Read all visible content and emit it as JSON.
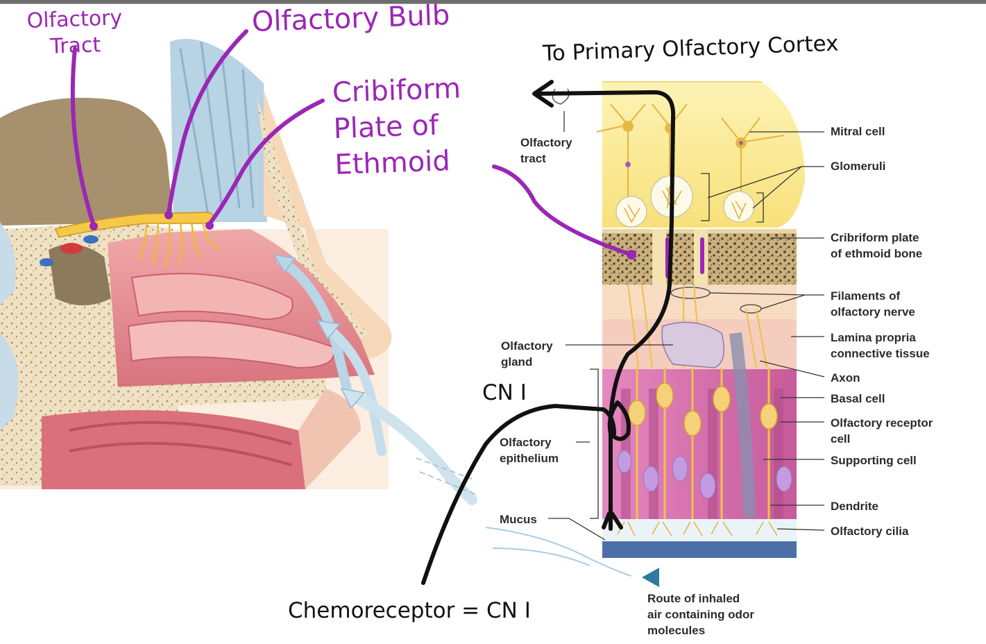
{
  "diagram": {
    "colors": {
      "handwriting_purple": "#9a27b5",
      "handwriting_black": "#111111",
      "bulb_yellow": "#f5c84a",
      "mucosa_pink": "#e58a96",
      "epithelium_magenta": "#d86aa8",
      "bone_tan": "#efe1c4",
      "air_arrow_blue": "#b8d6e8",
      "route_arrow_blue": "#4f96b8"
    },
    "annotations": {
      "olfactory_tract": "Olfactory\nTract",
      "olfactory_bulb": "Olfactory Bulb",
      "cribriform_plate": "Cribiform\nPlate of\nEthmoid",
      "to_cortex": "To Primary Olfactory Cortex",
      "cn_one": "CN I",
      "chemoreceptor": "Chemoreceptor = CN I"
    },
    "labels": {
      "olfactory_tract": "Olfactory\ntract",
      "mitral_cell": "Mitral cell",
      "glomeruli": "Glomeruli",
      "cribriform_plate_bone": "Cribriform plate\nof ethmoid bone",
      "filaments": "Filaments of\nolfactory nerve",
      "lamina_propria": "Lamina propria\nconnective tissue",
      "axon": "Axon",
      "basal_cell": "Basal cell",
      "receptor_cell": "Olfactory receptor\ncell",
      "supporting_cell": "Supporting cell",
      "dendrite": "Dendrite",
      "cilia": "Olfactory cilia",
      "olfactory_gland": "Olfactory\ngland",
      "olfactory_epithelium": "Olfactory\nepithelium",
      "mucus": "Mucus",
      "route_of_air": "Route of inhaled\nair containing odor\nmolecules"
    }
  }
}
